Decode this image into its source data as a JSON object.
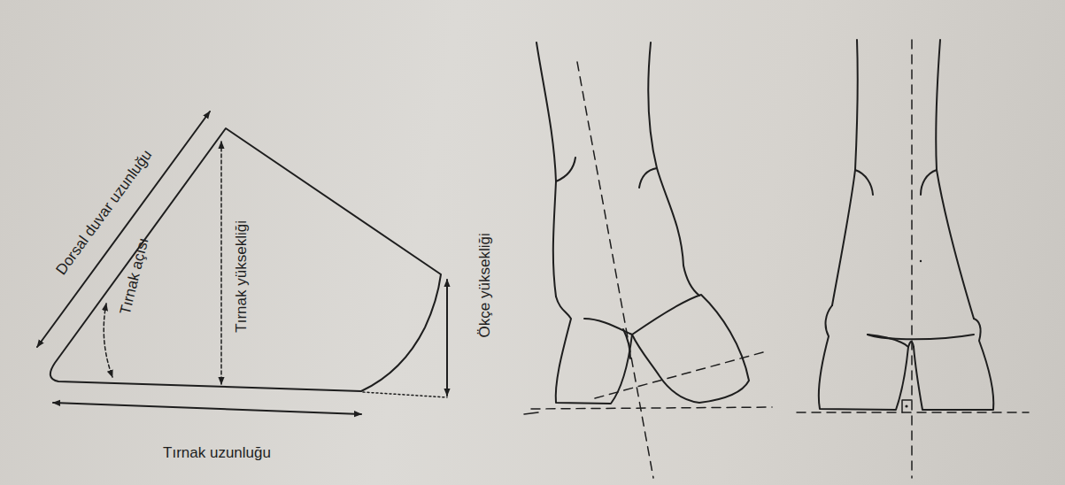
{
  "diagram": {
    "labels": [
      "Dorsal duvar uzunluğu",
      "Tırnak açısı",
      "Tırnak yüksekliği",
      "Ökçe yüksekliği",
      "Tırnak uzunluğu"
    ]
  }
}
